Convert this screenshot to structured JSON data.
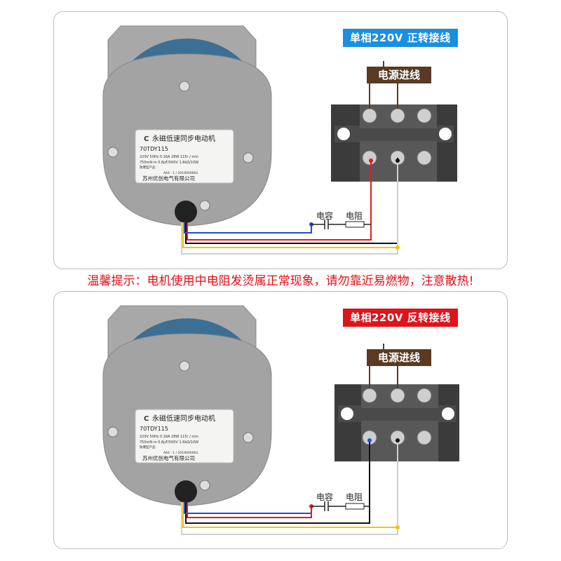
{
  "panels": [
    {
      "title": "单相220V  正转接线",
      "title_color": "#1a8fe0",
      "power_label": "电源进线",
      "capacitor_label": "电容",
      "resistor_label": "电阻",
      "nameplate": {
        "title": "永磁低速同步电动机",
        "model": "70TDY115",
        "row1": "220V    50Hz    0.16A    28W    115r / min",
        "row2": "750mN·m    0.8μF/500V    1.6kΩ/10W",
        "row3": "防爆型产品",
        "serial": "A64 - 1 / 2019000064",
        "maker": "苏州优创电气有限公司"
      },
      "wiring": "forward"
    },
    {
      "title": "单相220V  反转接线",
      "title_color": "#e0131a",
      "power_label": "电源进线",
      "capacitor_label": "电容",
      "resistor_label": "电阻",
      "nameplate": {
        "title": "永磁低速同步电动机",
        "model": "70TDY115",
        "row1": "220V    50Hz    0.16A    28W    115r / min",
        "row2": "750mN·m    0.8μF/500V    1.6kΩ/10W",
        "row3": "防爆型产品",
        "serial": "A64 - 1 / 2019000064",
        "maker": "苏州优创电气有限公司"
      },
      "wiring": "reverse"
    }
  ],
  "tip": "温馨提示：电机使用中电阻发烫属正常现象，请勿靠近易燃物，注意散热!",
  "colors": {
    "wire_blue": "#1e4fd8",
    "wire_red": "#e11b1b",
    "wire_yellow": "#f2c500",
    "wire_white": "#cfcfcf",
    "wire_black": "#111111",
    "motor_body": "#3c6f93",
    "motor_cap": "#9b9b9b"
  }
}
